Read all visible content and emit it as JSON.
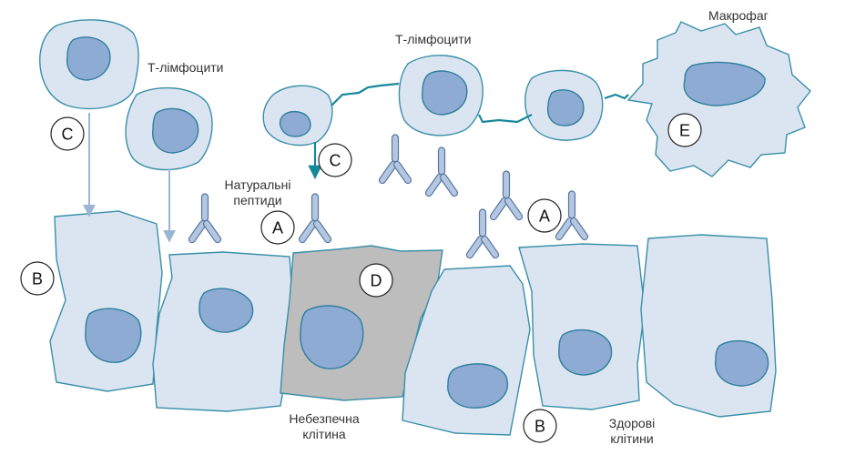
{
  "labels": {
    "t_lymph_left": "Т-лімфоцити",
    "t_lymph_top": "Т-лімфоцити",
    "macrophage": "Макрофаг",
    "natural_peptides_1": "Натуральні",
    "natural_peptides_2": "пептиди",
    "dangerous_cell_1": "Небезпечна",
    "dangerous_cell_2": "клітина",
    "healthy_cells_1": "Здорові",
    "healthy_cells_2": "клітини"
  },
  "markers": {
    "a1": "A",
    "a2": "A",
    "b1": "B",
    "b2": "B",
    "c1": "C",
    "c2": "C",
    "d": "D",
    "e": "E"
  },
  "colors": {
    "cell_fill": "#dbe5f1",
    "cell_stroke": "#3a8fa8",
    "nucleus_fill": "#8eabd3",
    "nucleus_stroke": "#2f7f9d",
    "dangerous_fill": "#bdbdbd",
    "antibody_fill": "#b4c6e0",
    "antibody_stroke": "#5676a0",
    "link": "#17879a",
    "arrow_light": "#9ab6d4"
  }
}
